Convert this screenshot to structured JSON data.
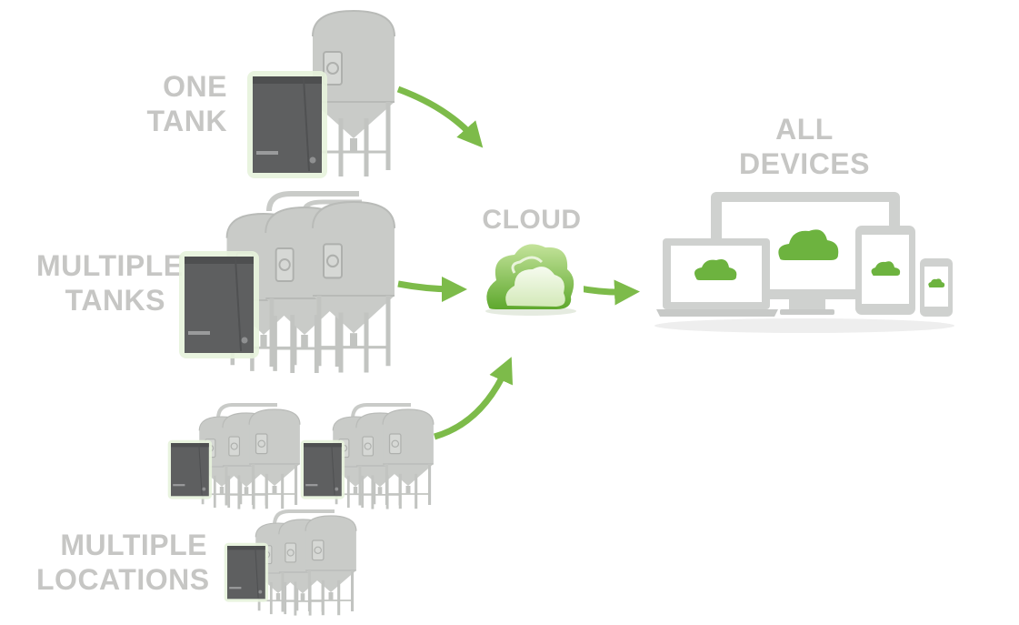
{
  "labels": {
    "one_tank": [
      "ONE",
      "TANK"
    ],
    "multiple_tanks": [
      "MULTIPLE",
      "TANKS"
    ],
    "multiple_locations": [
      "MULTIPLE",
      "LOCATIONS"
    ],
    "cloud": "CLOUD",
    "all_devices": [
      "ALL",
      "DEVICES"
    ]
  },
  "colors": {
    "label_gray": "#c6c6c4",
    "tank_gray": "#c9cbc8",
    "device_gray": "#cfd1cf",
    "accent_green": "#6db33f",
    "arrow_green": "#7dbb4a",
    "sensor_box": "#5e5f60"
  },
  "icons": [
    "fermentation-tank-icon",
    "sensor-box-icon",
    "cloud-icon",
    "laptop-icon",
    "monitor-icon",
    "tablet-icon",
    "phone-icon",
    "arrow-icon"
  ]
}
